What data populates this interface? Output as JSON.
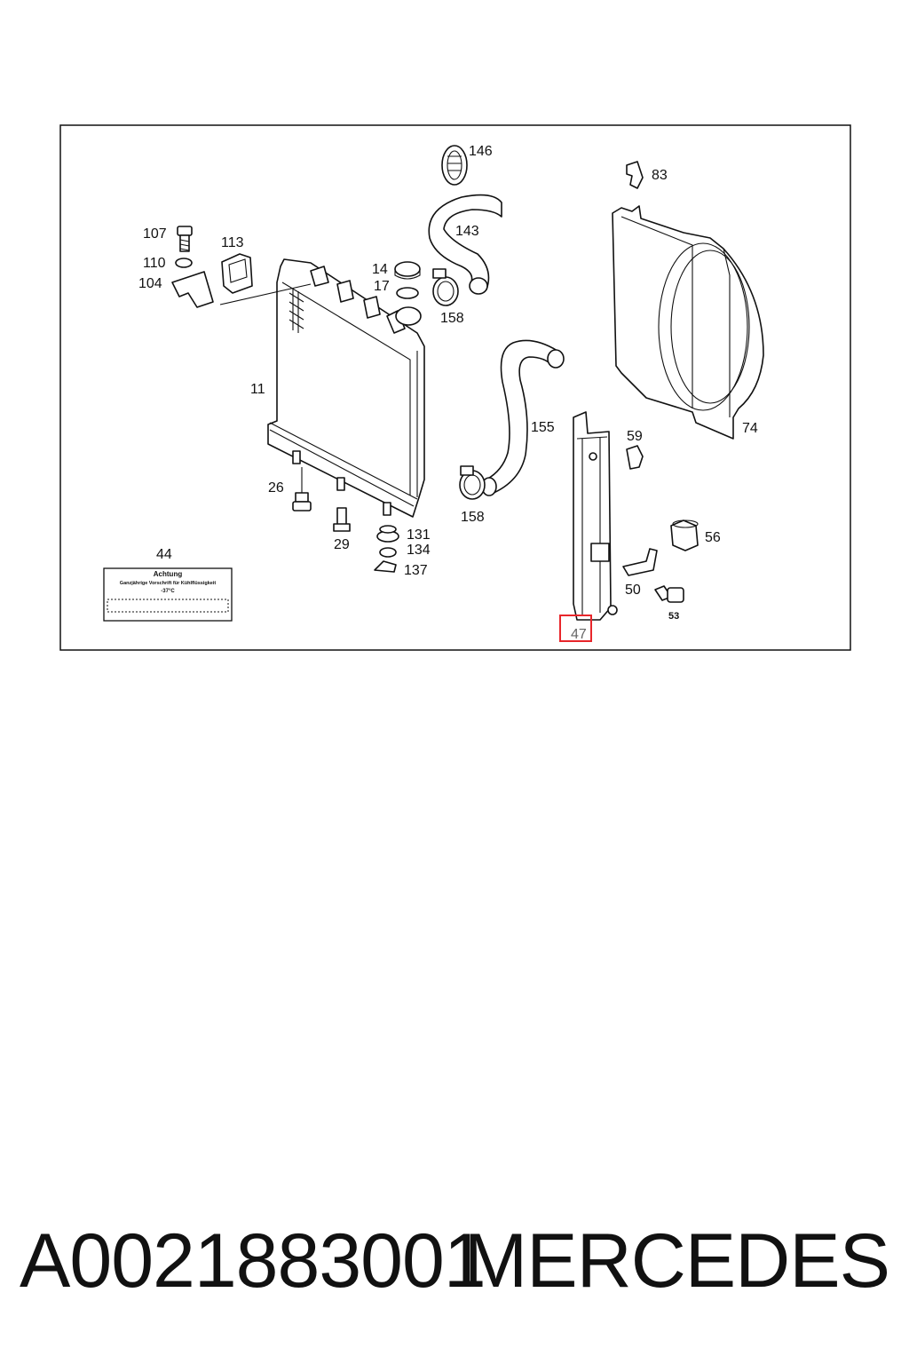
{
  "diagram": {
    "labels": {
      "l146": "146",
      "l83": "83",
      "l143": "143",
      "l107": "107",
      "l113": "113",
      "l110": "110",
      "l104": "104",
      "l14": "14",
      "l17": "17",
      "l158a": "158",
      "l11": "11",
      "l155": "155",
      "l59": "59",
      "l74": "74",
      "l26": "26",
      "l158b": "158",
      "l131": "131",
      "l134": "134",
      "l137": "137",
      "l29": "29",
      "l56": "56",
      "l50": "50",
      "l53": "53",
      "l44": "44",
      "l47": "47"
    },
    "warning_label": {
      "title": "Achtung",
      "line1": "Ganzjährige Vorschrift für Kühlflüssigkeit",
      "line2": "-37°C"
    },
    "highlight_color": "#e8262b"
  },
  "footer": {
    "part_number": "A0021883001",
    "brand": "MERCEDES"
  }
}
